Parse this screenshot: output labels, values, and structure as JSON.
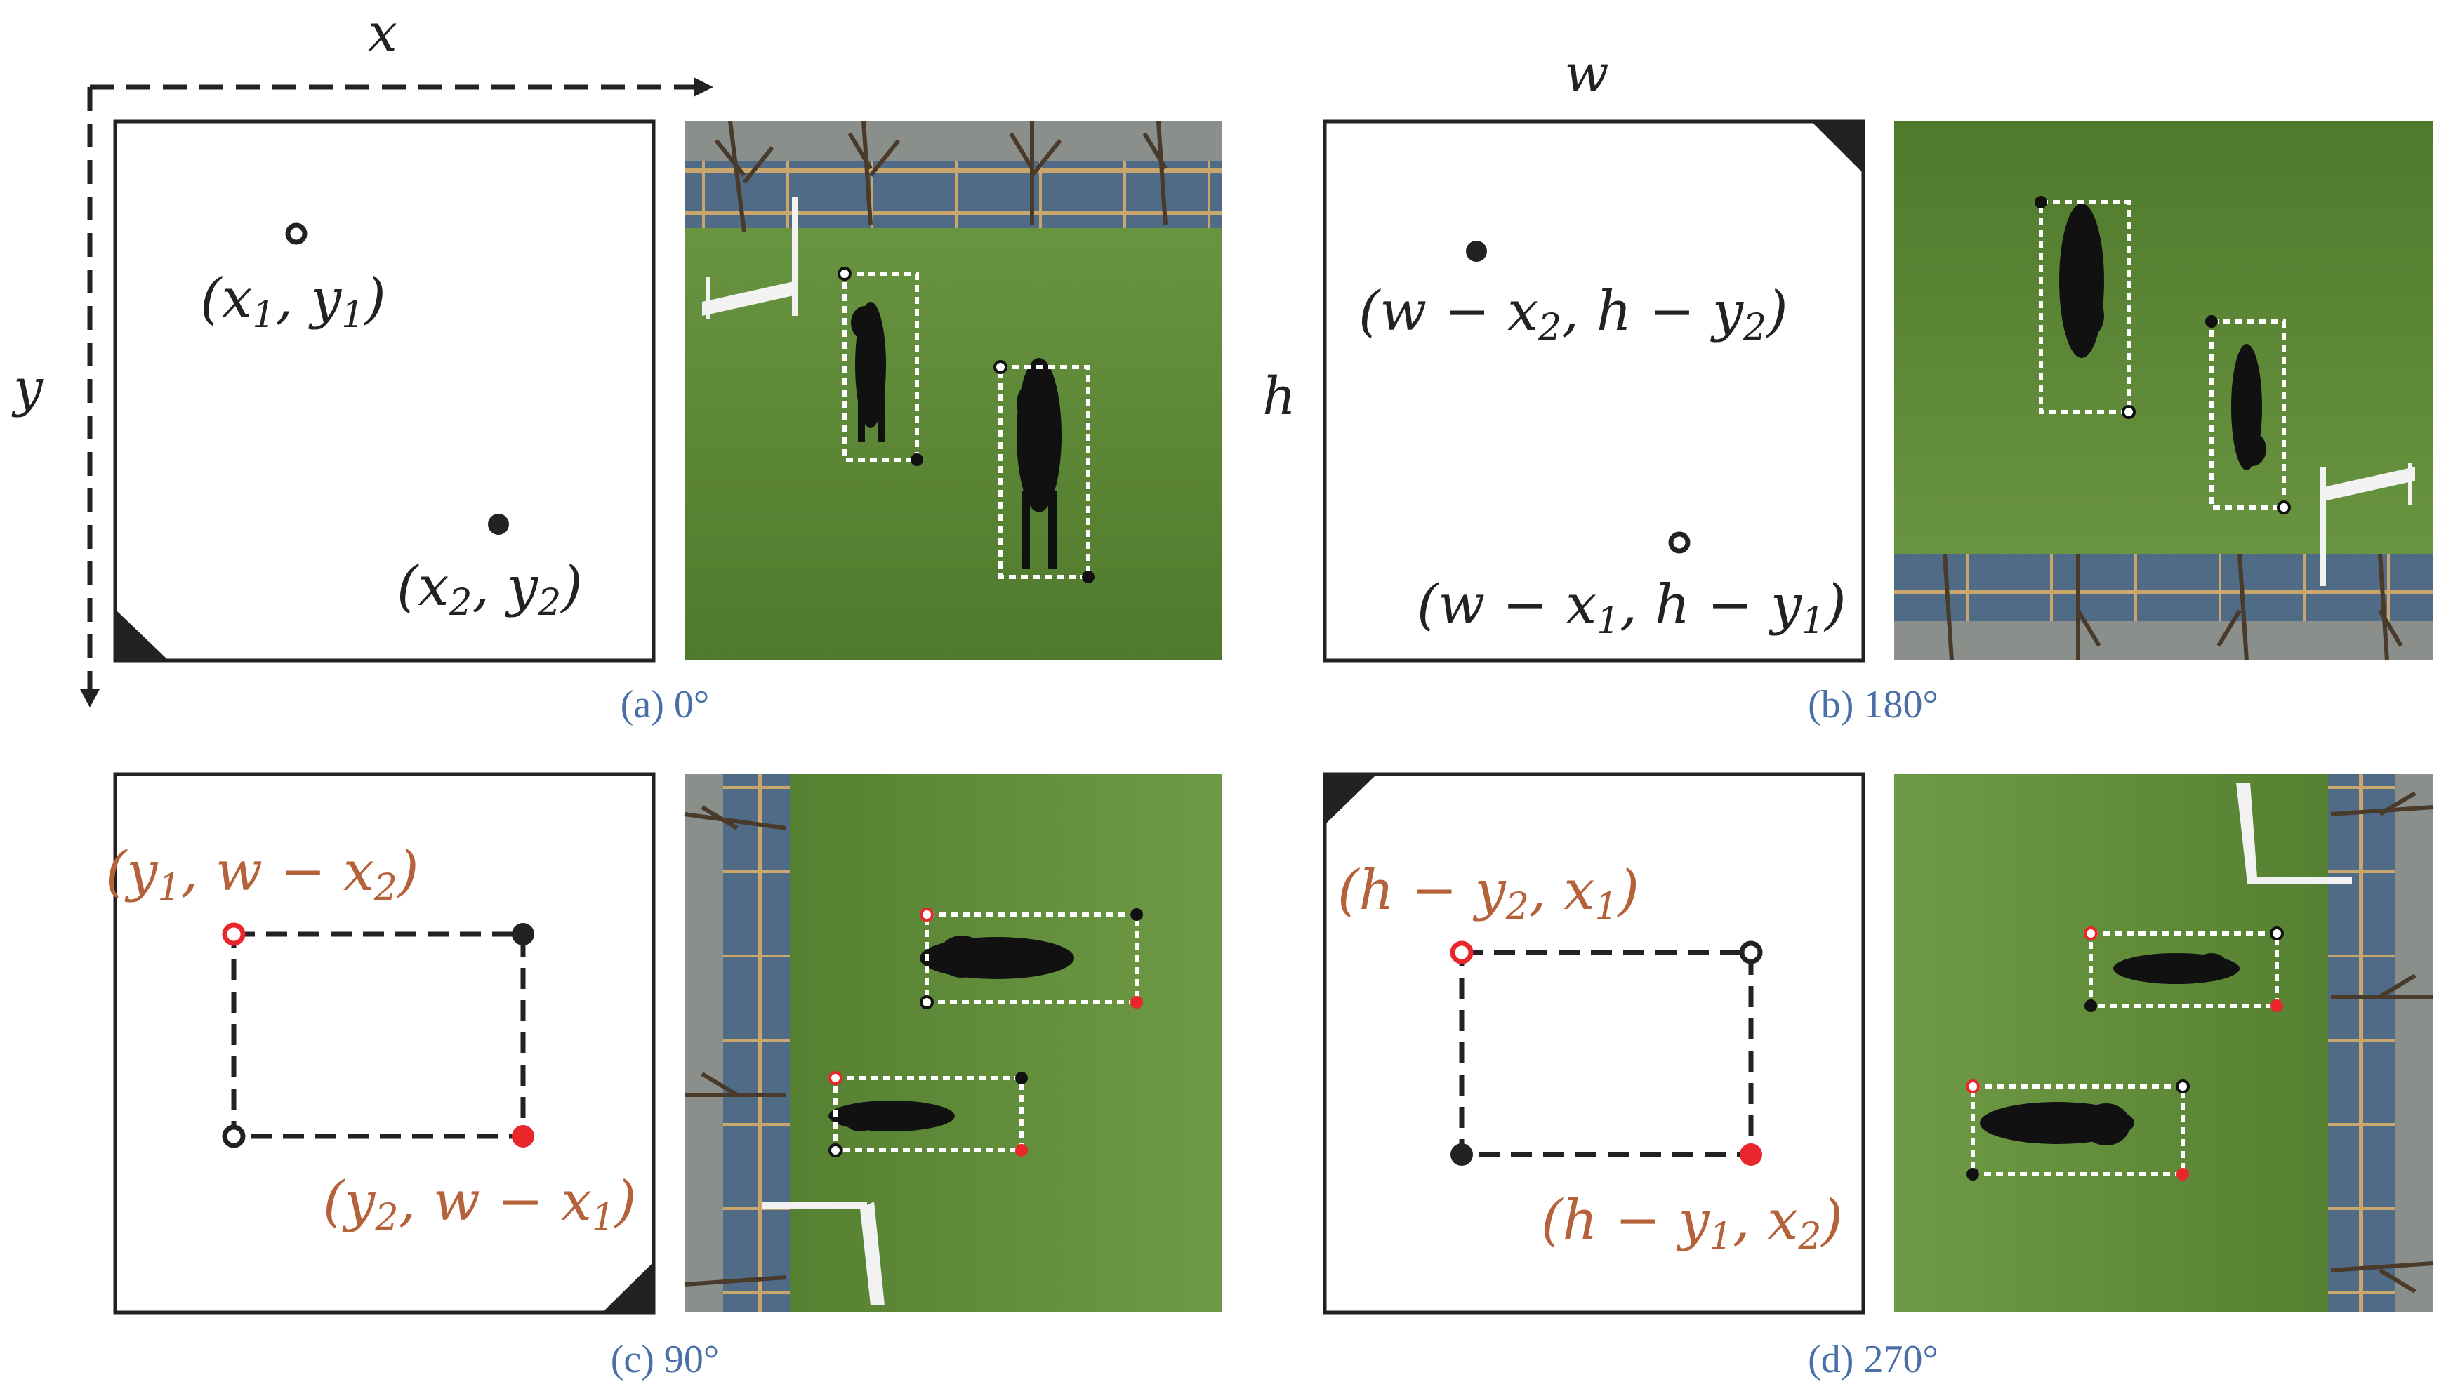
{
  "axes": {
    "x_label": "x",
    "y_label": "y",
    "w_label": "w",
    "h_label": "h"
  },
  "colors": {
    "caption": "#4a6fa8",
    "rotated_coord": "#b5613a",
    "red_point": "#e8262b",
    "box": "#1e1e1e",
    "grass": "#5f8a3a",
    "fence": "#4f6b85"
  },
  "panels": [
    {
      "caption": "(a) 0°",
      "points": [
        {
          "label": "(x1, y1)",
          "marker": "hollow-black"
        },
        {
          "label": "(x2, y2)",
          "marker": "filled-black"
        }
      ]
    },
    {
      "caption": "(b) 180°",
      "points": [
        {
          "label": "(w − x2, h − y2)",
          "marker": "filled-black"
        },
        {
          "label": "(w − x1, h − y1)",
          "marker": "hollow-black"
        }
      ]
    },
    {
      "caption": "(c) 90°",
      "points": [
        {
          "label": "(y1, w − x2)",
          "marker": "hollow-red"
        },
        {
          "label": "(y2, w − x1)",
          "marker": "filled-red"
        }
      ]
    },
    {
      "caption": "(d) 270°",
      "points": [
        {
          "label": "(h − y2, x1)",
          "marker": "hollow-red"
        },
        {
          "label": "(h − y1, x2)",
          "marker": "filled-red"
        }
      ]
    }
  ]
}
